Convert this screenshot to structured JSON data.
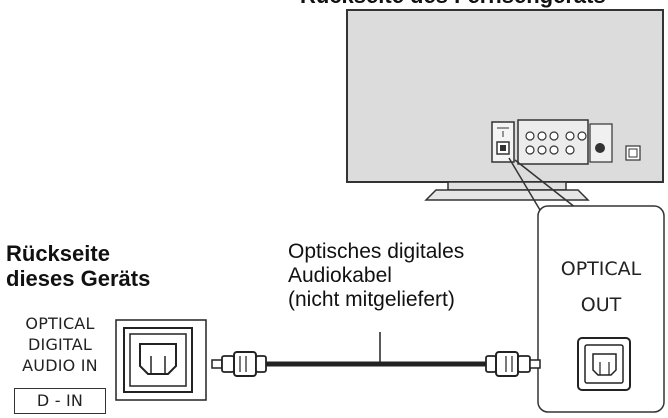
{
  "top_caption": "Rückseite des Fernsehgeräts",
  "device_back": {
    "line1": "Rückseite",
    "line2": "dieses Geräts"
  },
  "input_labels": {
    "line1": "OPTICAL",
    "line2": "DIGITAL",
    "line3": "AUDIO IN",
    "box": "D - IN"
  },
  "cable_caption": {
    "line1": "Optisches digitales",
    "line2": "Audiokabel",
    "line3": "(nicht mitgeliefert)"
  },
  "output_labels": {
    "line1": "OPTICAL",
    "line2": "OUT"
  }
}
